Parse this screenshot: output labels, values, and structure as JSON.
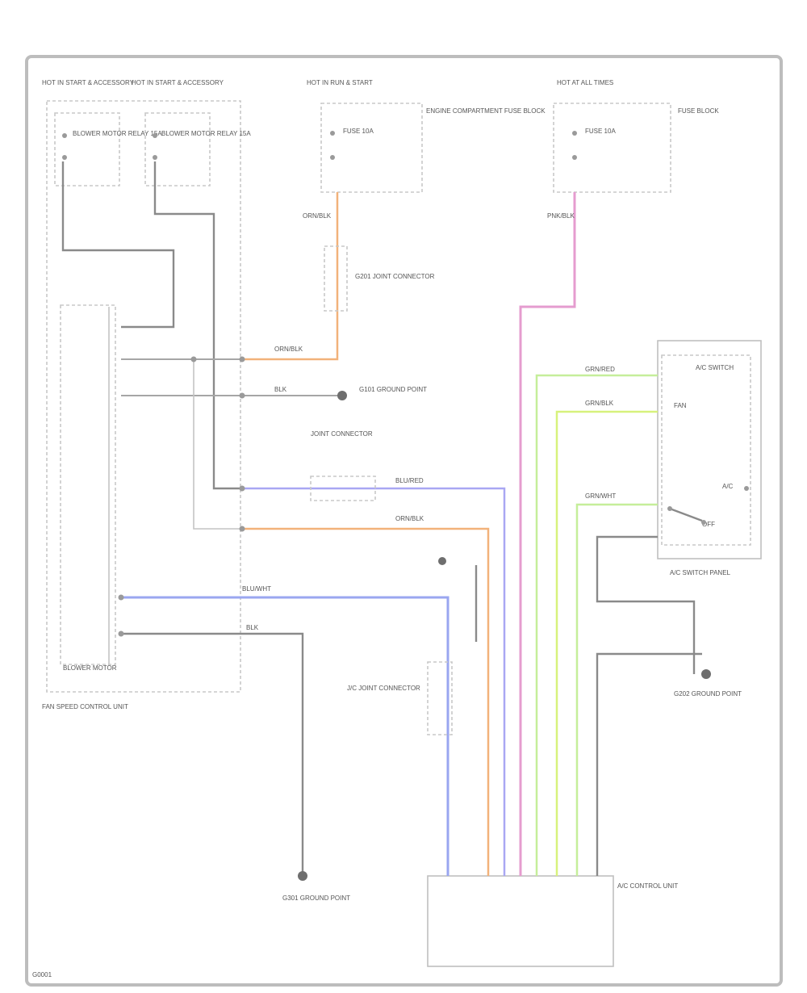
{
  "diagram": {
    "colors": {
      "orange": "#f2b27a",
      "pink": "#e59ccf",
      "purple": "#a9a7f3",
      "blue": "#9aa6f0",
      "green": "#c5ee9a",
      "lime": "#d7f27c",
      "gray": "#9e9e9e",
      "dark_gray": "#6e6e6e"
    },
    "labels": {
      "left_relay_a_title": "HOT IN START & ACCESSORY",
      "left_relay_b_title": "HOT IN START & ACCESSORY",
      "middle_fuse_title": "HOT IN RUN & START",
      "right_fuse_title": "HOT AT ALL TIMES",
      "left_relay_a_body": "BLOWER MOTOR RELAY 15A",
      "left_relay_b_body": "BLOWER MOTOR RELAY 15A",
      "middle_fuse_body": "FUSE 10A",
      "middle_fuse_note": "ENGINE COMPARTMENT FUSE BLOCK",
      "right_fuse_body": "FUSE 10A",
      "right_fuse_note": "FUSE BLOCK",
      "wire_orn_blk": "ORN/BLK",
      "wire_pnk_blk": "PNK/BLK",
      "wire_blk_a": "BLK",
      "wire_blk_b": "BLK",
      "wire_blu_wht": "BLU/WHT",
      "wire_blu_red": "BLU/RED",
      "wire_grn_red": "GRN/RED",
      "wire_grn_blk": "GRN/BLK",
      "wire_grn_wht": "GRN/WHT",
      "wire_org": "ORN/BLK",
      "connector_mid": "G201 JOINT CONNECTOR",
      "ground_upper_label": "G101 GROUND POINT",
      "ground_lower_label": "G301 GROUND POINT",
      "ground_right_label": "G202 GROUND POINT",
      "junction_label": "JOINT CONNECTOR",
      "joint_conn_label": "J/C JOINT CONNECTOR",
      "switch_title": "A/C SWITCH",
      "switch_label_fan": "FAN",
      "switch_label_ac": "A/C",
      "switch_label_off": "OFF",
      "switch_footer": "A/C SWITCH PANEL",
      "control_unit_label": "A/C CONTROL UNIT",
      "left_module_label": "BLOWER MOTOR",
      "left_module_footer": "FAN SPEED CONTROL UNIT",
      "figure_id": "G0001"
    }
  }
}
